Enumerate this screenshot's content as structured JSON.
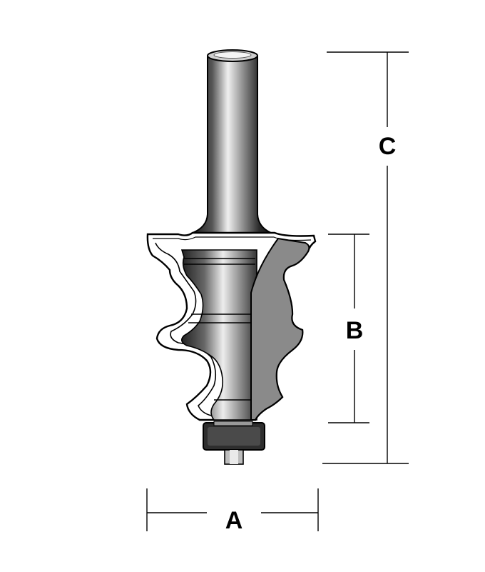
{
  "labels": {
    "a": "A",
    "b": "B",
    "c": "C"
  },
  "colors": {
    "outline": "#000000",
    "cutter_grey": "#8a8a8a",
    "dark_grey": "#3a3a3a",
    "background": "#ffffff"
  }
}
